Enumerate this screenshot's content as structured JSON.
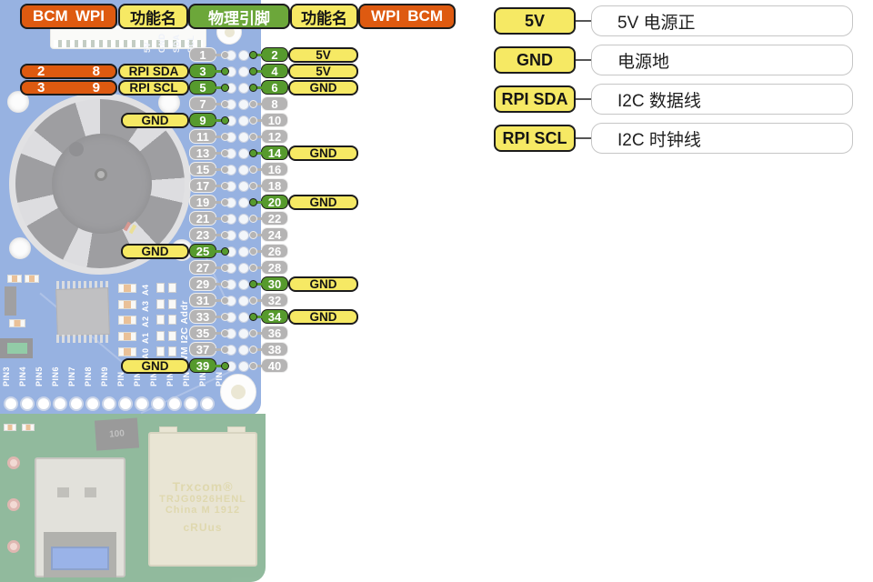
{
  "colors": {
    "orange": "#de5a10",
    "yellow": "#f6e964",
    "green_header": "#6ca73a",
    "green_pin": "#569a2d",
    "gray_pin": "#b5b4b4",
    "board_blue": "#3a6cc6",
    "board_green": "#2e7d45"
  },
  "header": {
    "bcm_wpi": {
      "a": "BCM",
      "b": "WPI"
    },
    "func_left": "功能名",
    "physical": "物理引脚",
    "func_right": "功能名",
    "wpi_bcm": {
      "a": "WPI",
      "b": "BCM"
    }
  },
  "pin_rows": [
    {
      "left": "1",
      "right": "2",
      "left_active": false,
      "right_active": true,
      "right_label": "5V"
    },
    {
      "left": "3",
      "right": "4",
      "left_active": true,
      "right_active": true,
      "prefix": {
        "bcm": "2",
        "wpi": "8",
        "func": "RPI SDA"
      },
      "right_label": "5V"
    },
    {
      "left": "5",
      "right": "6",
      "left_active": true,
      "right_active": true,
      "prefix": {
        "bcm": "3",
        "wpi": "9",
        "func": "RPI SCL"
      },
      "right_label": "GND"
    },
    {
      "left": "7",
      "right": "8",
      "left_active": false,
      "right_active": false
    },
    {
      "left": "9",
      "right": "10",
      "left_active": true,
      "right_active": false,
      "left_label": "GND"
    },
    {
      "left": "11",
      "right": "12",
      "left_active": false,
      "right_active": false
    },
    {
      "left": "13",
      "right": "14",
      "left_active": false,
      "right_active": true,
      "right_label": "GND"
    },
    {
      "left": "15",
      "right": "16",
      "left_active": false,
      "right_active": false
    },
    {
      "left": "17",
      "right": "18",
      "left_active": false,
      "right_active": false
    },
    {
      "left": "19",
      "right": "20",
      "left_active": false,
      "right_active": true,
      "right_label": "GND"
    },
    {
      "left": "21",
      "right": "22",
      "left_active": false,
      "right_active": false
    },
    {
      "left": "23",
      "right": "24",
      "left_active": false,
      "right_active": false
    },
    {
      "left": "25",
      "right": "26",
      "left_active": true,
      "right_active": false,
      "left_label": "GND"
    },
    {
      "left": "27",
      "right": "28",
      "left_active": false,
      "right_active": false
    },
    {
      "left": "29",
      "right": "30",
      "left_active": false,
      "right_active": true,
      "right_label": "GND"
    },
    {
      "left": "31",
      "right": "32",
      "left_active": false,
      "right_active": false
    },
    {
      "left": "33",
      "right": "34",
      "left_active": false,
      "right_active": true,
      "right_label": "GND"
    },
    {
      "left": "35",
      "right": "36",
      "left_active": false,
      "right_active": false
    },
    {
      "left": "37",
      "right": "38",
      "left_active": false,
      "right_active": false
    },
    {
      "left": "39",
      "right": "40",
      "left_active": true,
      "right_active": false,
      "left_label": "GND"
    }
  ],
  "legend": {
    "items": [
      {
        "key": "5V",
        "desc": "5V 电源正"
      },
      {
        "key": "GND",
        "desc": "电源地"
      },
      {
        "key": "RPI SDA",
        "desc": "I2C 数据线"
      },
      {
        "key": "RPI SCL",
        "desc": "I2C 时钟线"
      }
    ]
  },
  "board": {
    "silk_header": [
      "5V",
      "GND",
      "SDA",
      "SCL"
    ],
    "silk_pwm": "PWM I2C Addr",
    "silk_addr": [
      "A4",
      "A3",
      "A2",
      "A1",
      "A0"
    ],
    "silk_bottom_pins": [
      "PIN3",
      "PIN4",
      "PIN5",
      "PIN6",
      "PIN7",
      "PIN8",
      "PIN9",
      "PIN",
      "PIN",
      "PIN",
      "PIN",
      "PIN",
      "PIN",
      "PIN"
    ],
    "chip_label": "100",
    "ethernet": {
      "brand": "Trxcom®",
      "model": "TRJG0926HENL",
      "origin": "China M 1912",
      "cert": "cRUus"
    }
  }
}
